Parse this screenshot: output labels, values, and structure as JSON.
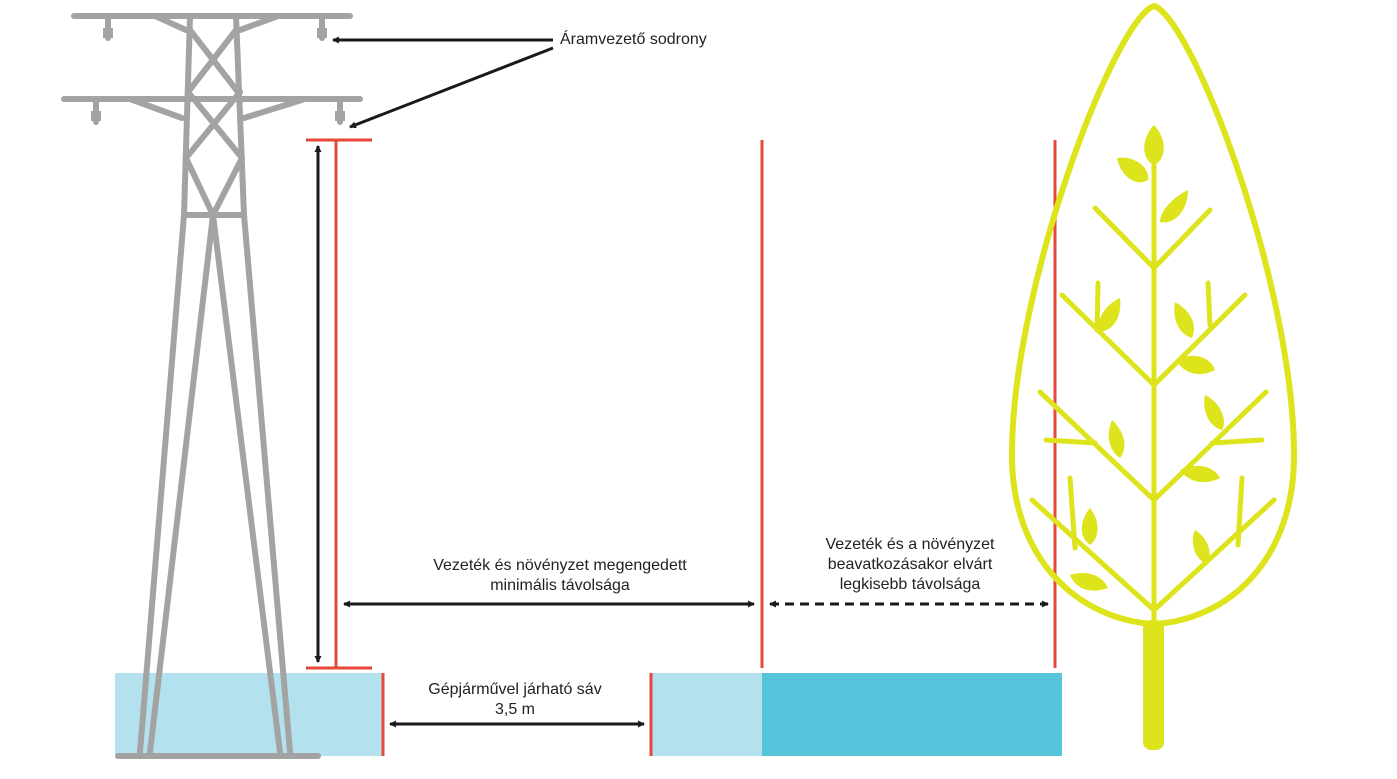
{
  "colors": {
    "tower": "#a3a3a3",
    "arrow": "#1a1a1a",
    "limit_line": "#e8473a",
    "ground_light": "#b3e1ed",
    "ground_dark": "#56c4db",
    "tree": "#dde41b"
  },
  "labels": {
    "conductor": "Áramvezető sodrony",
    "min_distance": {
      "line1": "Vezeték és növényzet megengedett",
      "line2": "minimális távolsága"
    },
    "intervention_distance": {
      "line1": "Vezeték és a növényzet",
      "line2": "beavatkozásakor elvárt",
      "line3": "legkisebb távolsága"
    },
    "vehicle_lane": {
      "line1": "Gépjárművel járható sáv",
      "line2": "3,5 m"
    }
  },
  "icons": [
    "transmission-tower-icon",
    "tree-icon"
  ]
}
